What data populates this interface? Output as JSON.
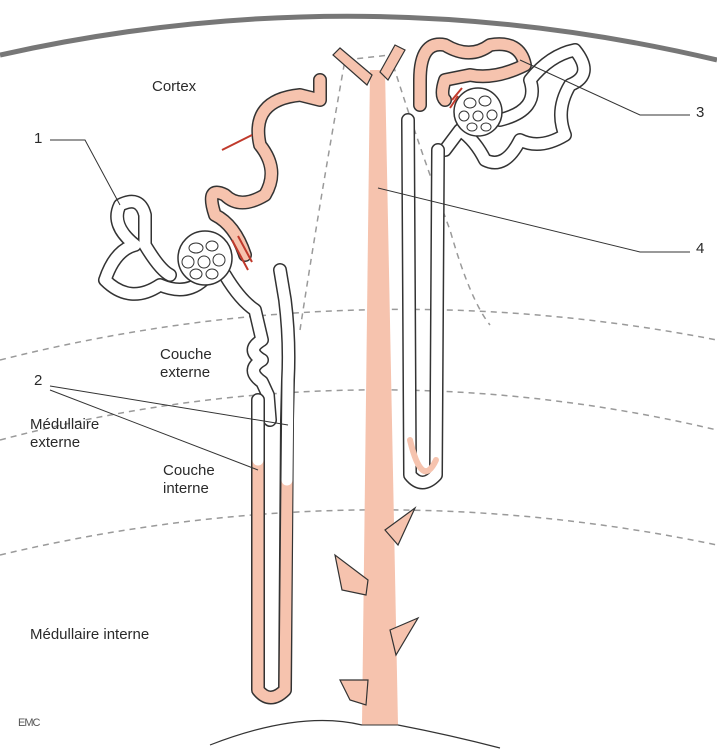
{
  "regions": {
    "cortex": "Cortex",
    "outer_medulla": "Médullaire externe",
    "outer_medulla_line1": "Médullaire",
    "outer_medulla_line2": "externe",
    "outer_layer_line1": "Couche",
    "outer_layer_line2": "externe",
    "inner_layer_line1": "Couche",
    "inner_layer_line2": "interne",
    "inner_medulla": "Médullaire interne"
  },
  "callouts": [
    "1",
    "2",
    "3",
    "4"
  ],
  "logo_text": "EMC",
  "colors": {
    "tubule_fill": "#f6c3ae",
    "outline": "#333333",
    "zone_dash": "#9a9a9a",
    "capsule_arc": "#777777",
    "vessel": "#c0392b"
  }
}
